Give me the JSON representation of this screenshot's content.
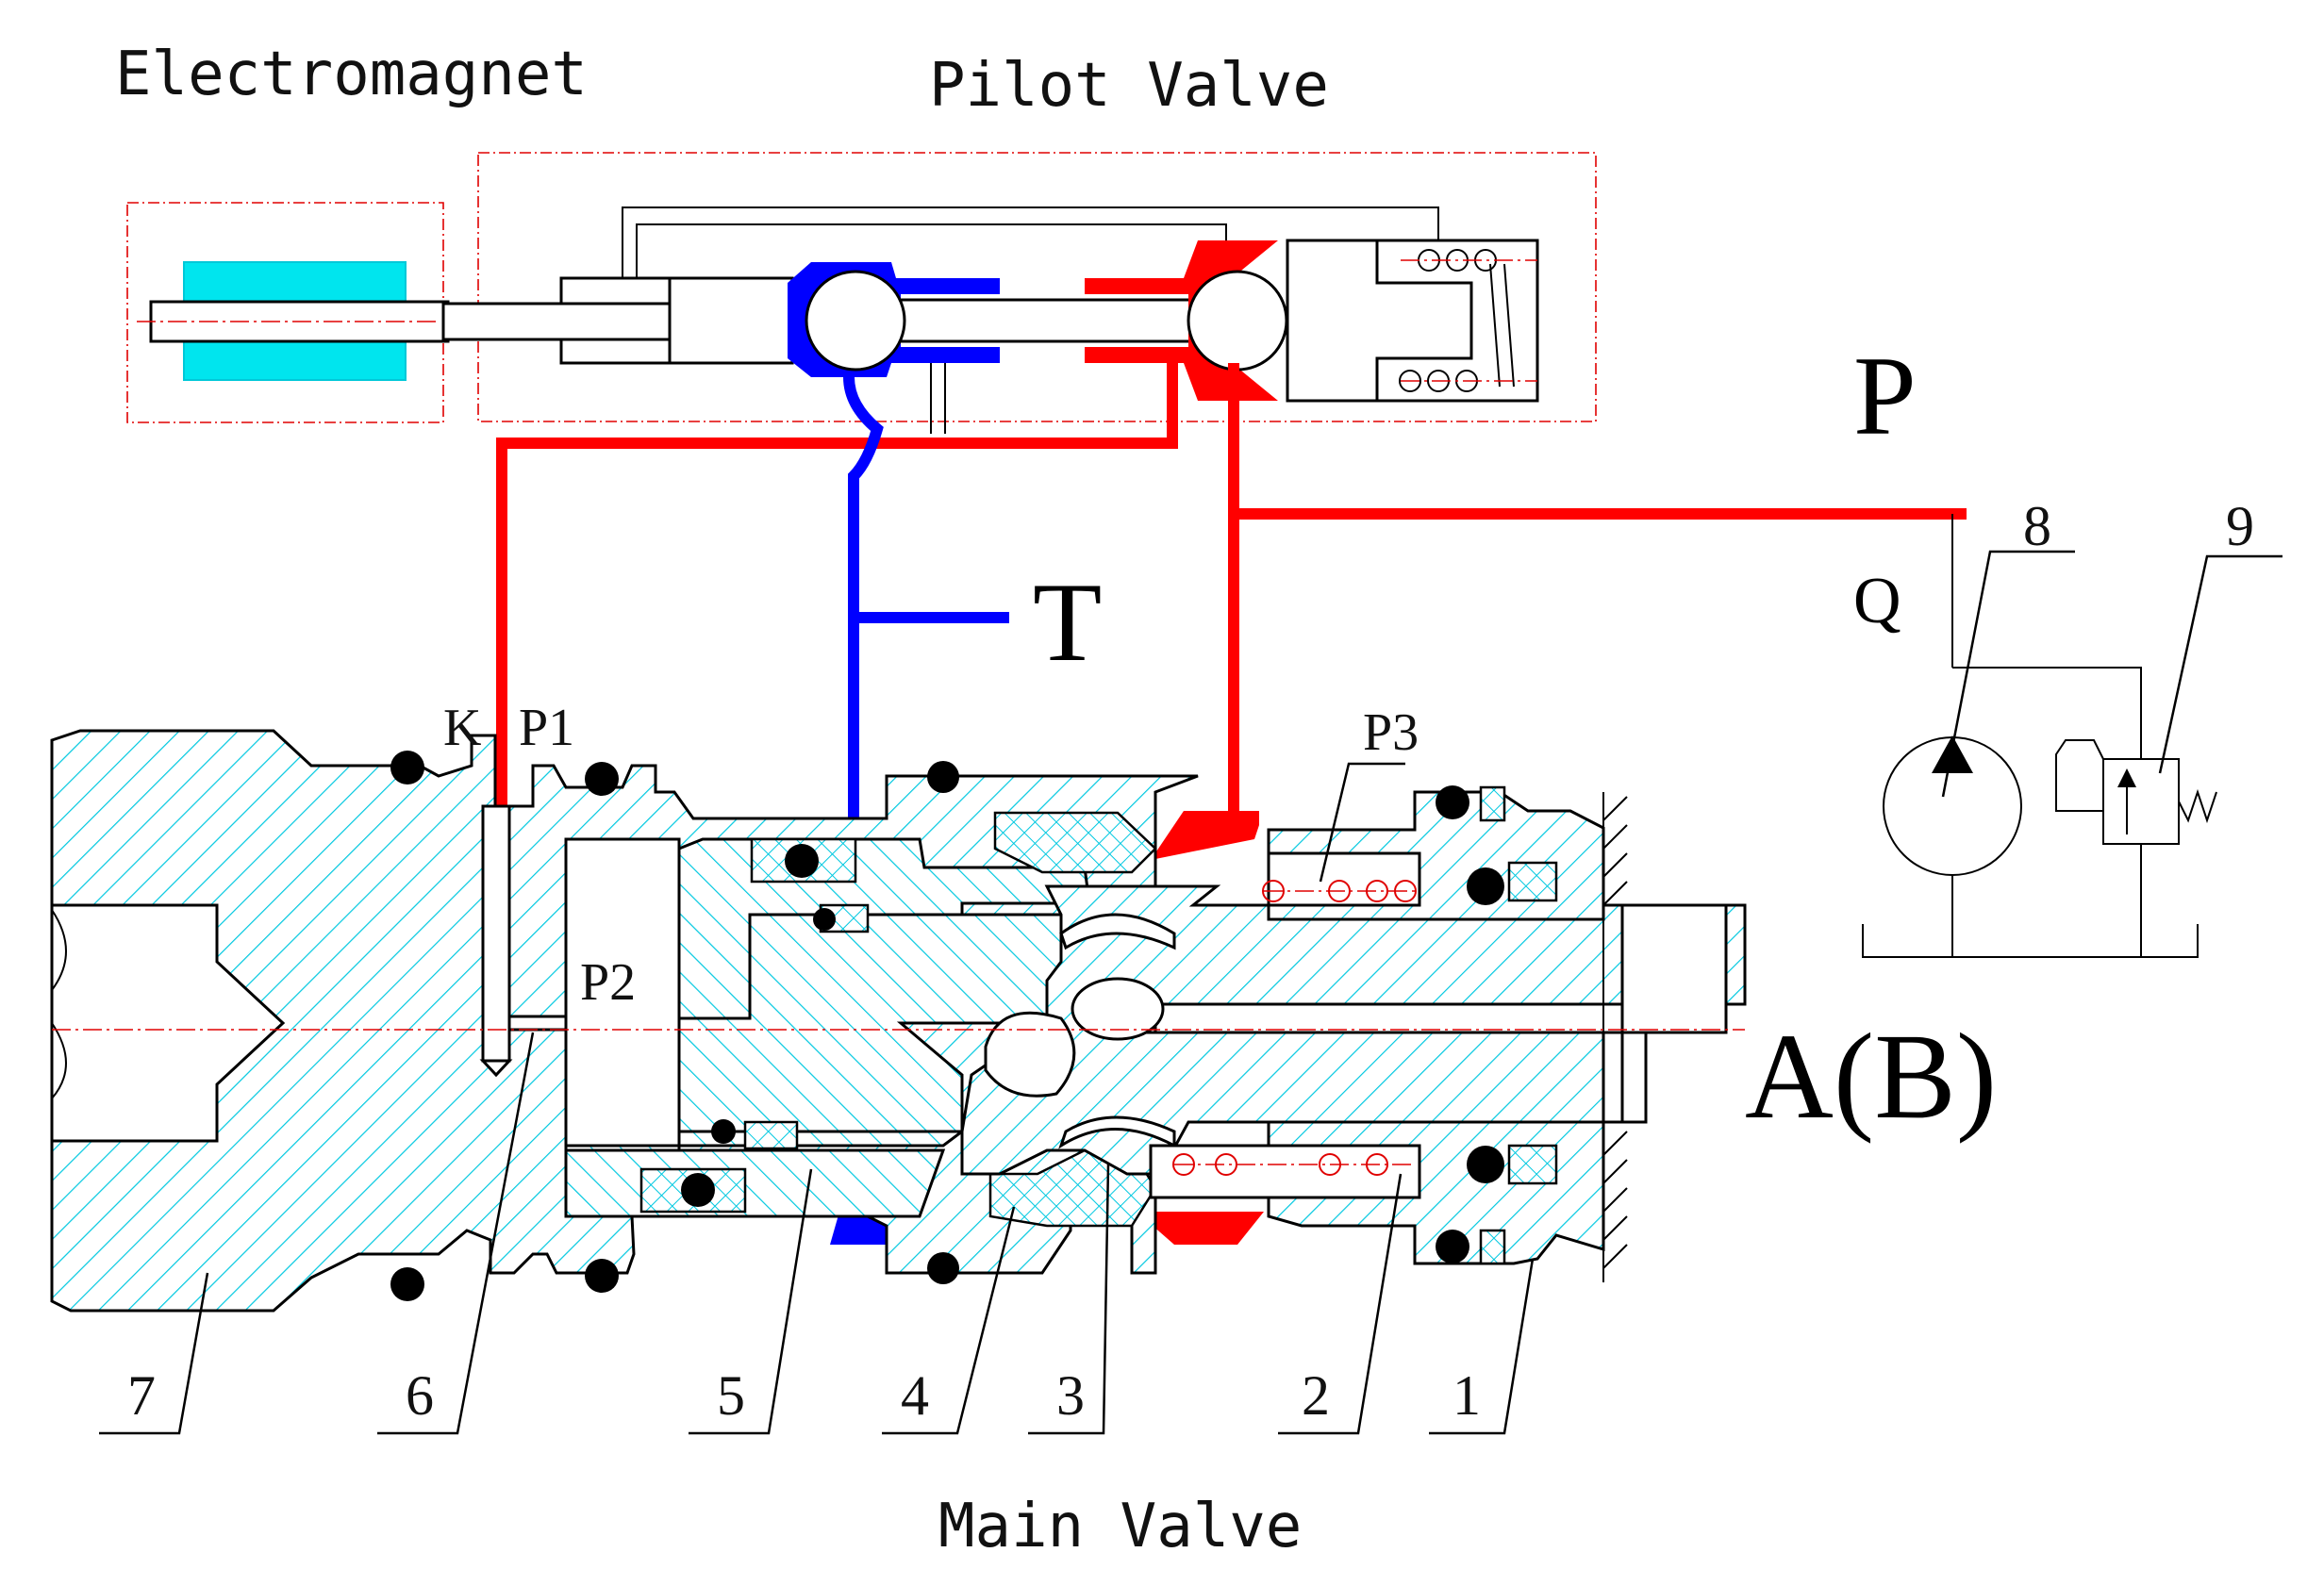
{
  "titles": {
    "electromagnet": "Electromagnet",
    "pilot_valve": "Pilot Valve",
    "main_valve": "Main Valve"
  },
  "ports": {
    "p": "P",
    "t": "T",
    "q": "Q",
    "ab": "A(B)",
    "k": "K",
    "p1": "P1",
    "p2": "P2",
    "p3": "P3"
  },
  "parts": [
    "1",
    "2",
    "3",
    "4",
    "5",
    "6",
    "7",
    "8",
    "9"
  ],
  "colors": {
    "pressure_line": "#ff0000",
    "tank_line": "#0000ff",
    "coil": "#00e5ee",
    "hatch": "#00c8e0",
    "boundary_box": "#e00000"
  }
}
